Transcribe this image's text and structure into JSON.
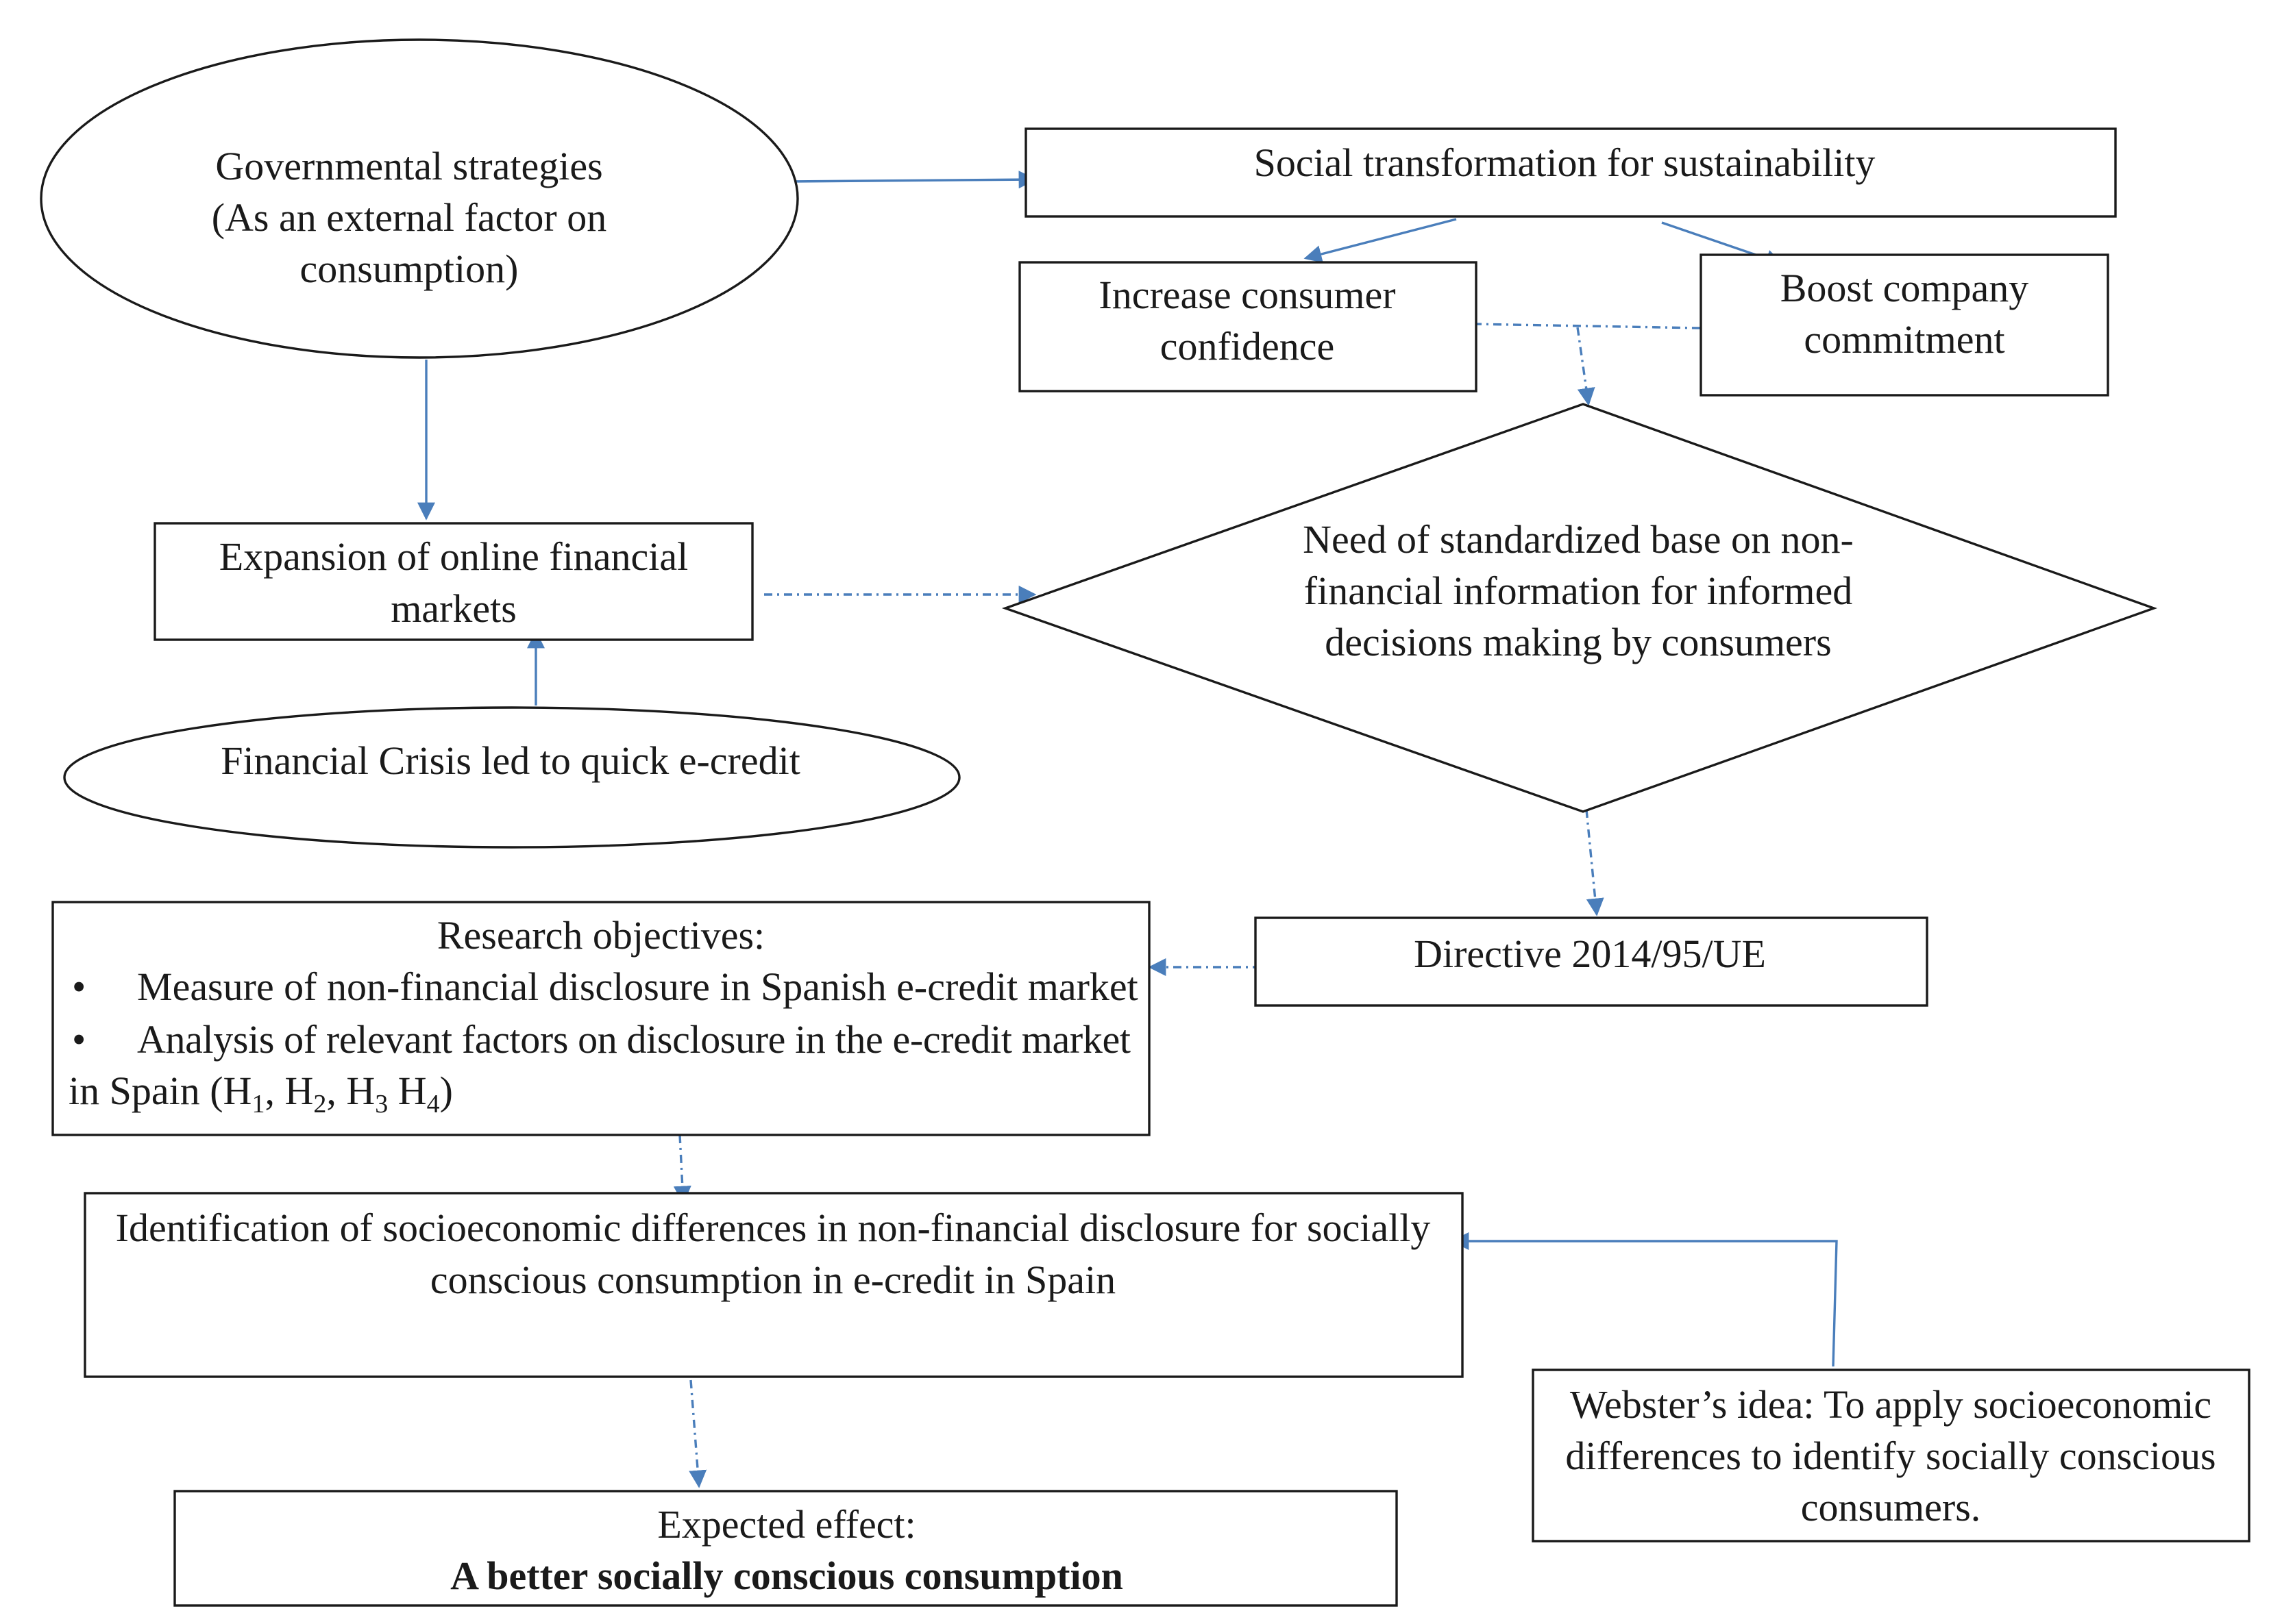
{
  "colors": {
    "connector": "#4a7ebb",
    "outline": "#1a1a1a",
    "background": "#ffffff"
  },
  "nodes": {
    "governmental": {
      "line1": "Governmental strategies",
      "line2": "(As an external factor on",
      "line3": "consumption)"
    },
    "social": {
      "text": "Social transformation for sustainability"
    },
    "consumer": {
      "line1": "Increase consumer",
      "line2": "confidence"
    },
    "company": {
      "line1": "Boost company",
      "line2": "commitment"
    },
    "expansion": {
      "line1": "Expansion of online financial",
      "line2": "markets"
    },
    "need": {
      "line1": "Need of standardized base on non-",
      "line2": "financial information for informed",
      "line3": "decisions making by consumers"
    },
    "crisis": {
      "text": "Financial Crisis led to quick e-credit"
    },
    "directive": {
      "text": "Directive 2014/95/UE"
    },
    "research": {
      "title": "Research objectives:",
      "bullet_glyph": "•",
      "bullet1": "Measure of non-financial disclosure in Spanish e-credit market",
      "bullet2": "Analysis of relevant factors on disclosure in the e-credit market",
      "bullet2_cont": "in Spain (H",
      "sub1": "1",
      "sep1": ", H",
      "sub2": "2",
      "sep2": ", H",
      "sub3": "3",
      "sep3": " H",
      "sub4": "4",
      "close": ")"
    },
    "identification": {
      "line1": "Identification of socioeconomic differences in non-financial disclosure for socially",
      "line2": "conscious consumption in e-credit in Spain"
    },
    "webster": {
      "line1": "Webster’s idea: To apply socioeconomic",
      "line2": "differences to identify socially conscious",
      "line3": "consumers."
    },
    "expected": {
      "line1": "Expected effect:",
      "line2": "A better socially conscious consumption"
    }
  }
}
